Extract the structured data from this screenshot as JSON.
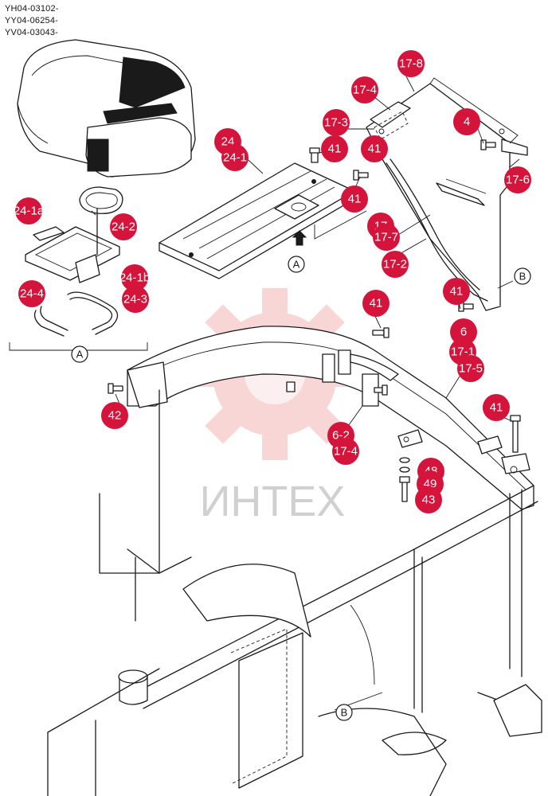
{
  "serials": [
    "YH04-03102-",
    "YY04-06254-",
    "YV04-03043-"
  ],
  "watermark": "ИНТЕХ",
  "callout_color": "#d4143a",
  "callouts": [
    "17-8",
    "17-4",
    "17-3",
    "4",
    "24",
    "24-1",
    "41",
    "41",
    "17-6",
    "24-1a",
    "24-2",
    "41",
    "17",
    "17-7",
    "17-2",
    "24-1b",
    "24-4",
    "24-3",
    "41",
    "41",
    "6",
    "17-1",
    "17-5",
    "42",
    "6-2",
    "17-4",
    "41",
    "48",
    "49",
    "43"
  ],
  "references": [
    "A",
    "A",
    "B",
    "B"
  ]
}
